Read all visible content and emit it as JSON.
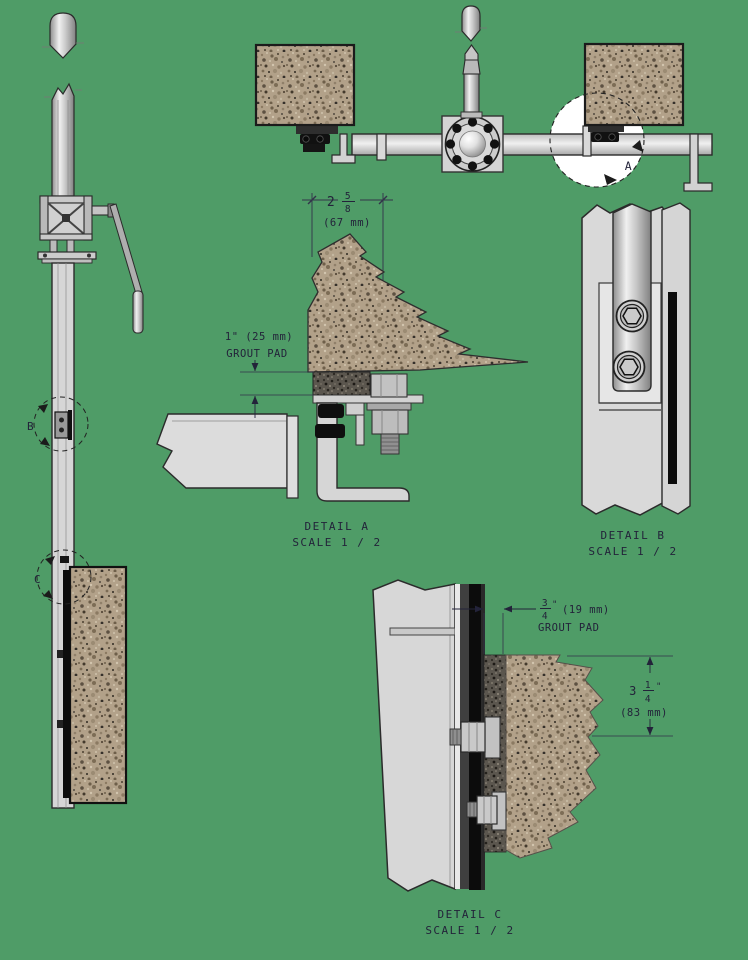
{
  "colors": {
    "background": "#4f9c67",
    "metal_light": "#d9d9d9",
    "metal_mid": "#bfbfbf",
    "outline": "#2b2b2b",
    "granite_base": "#b2a189",
    "grout_base": "#5b564e",
    "rubber_black": "#0d0d0d",
    "text": "#23233a"
  },
  "views": {
    "plan": {
      "callout_a": "A"
    },
    "elevation": {
      "callout_b": "B",
      "callout_c": "C"
    }
  },
  "detail_a": {
    "title": "DETAIL  A",
    "scale": "SCALE 1 / 2",
    "width_dim": {
      "whole": "2",
      "num": "5",
      "den": "8",
      "metric": "(67 mm)"
    },
    "grout_dim": {
      "line1": "1\" (25 mm)",
      "line2": "GROUT PAD"
    }
  },
  "detail_b": {
    "title": "DETAIL  B",
    "scale": "SCALE 1 / 2"
  },
  "detail_c": {
    "title": "DETAIL  C",
    "scale": "SCALE 1 / 2",
    "grout_dim": {
      "num": "3",
      "den": "4",
      "unit": "\"",
      "metric": "(19 mm)",
      "label": "GROUT PAD"
    },
    "height_dim": {
      "whole": "3",
      "num": "1",
      "den": "4",
      "unit": "\"",
      "metric": "(83 mm)"
    }
  }
}
